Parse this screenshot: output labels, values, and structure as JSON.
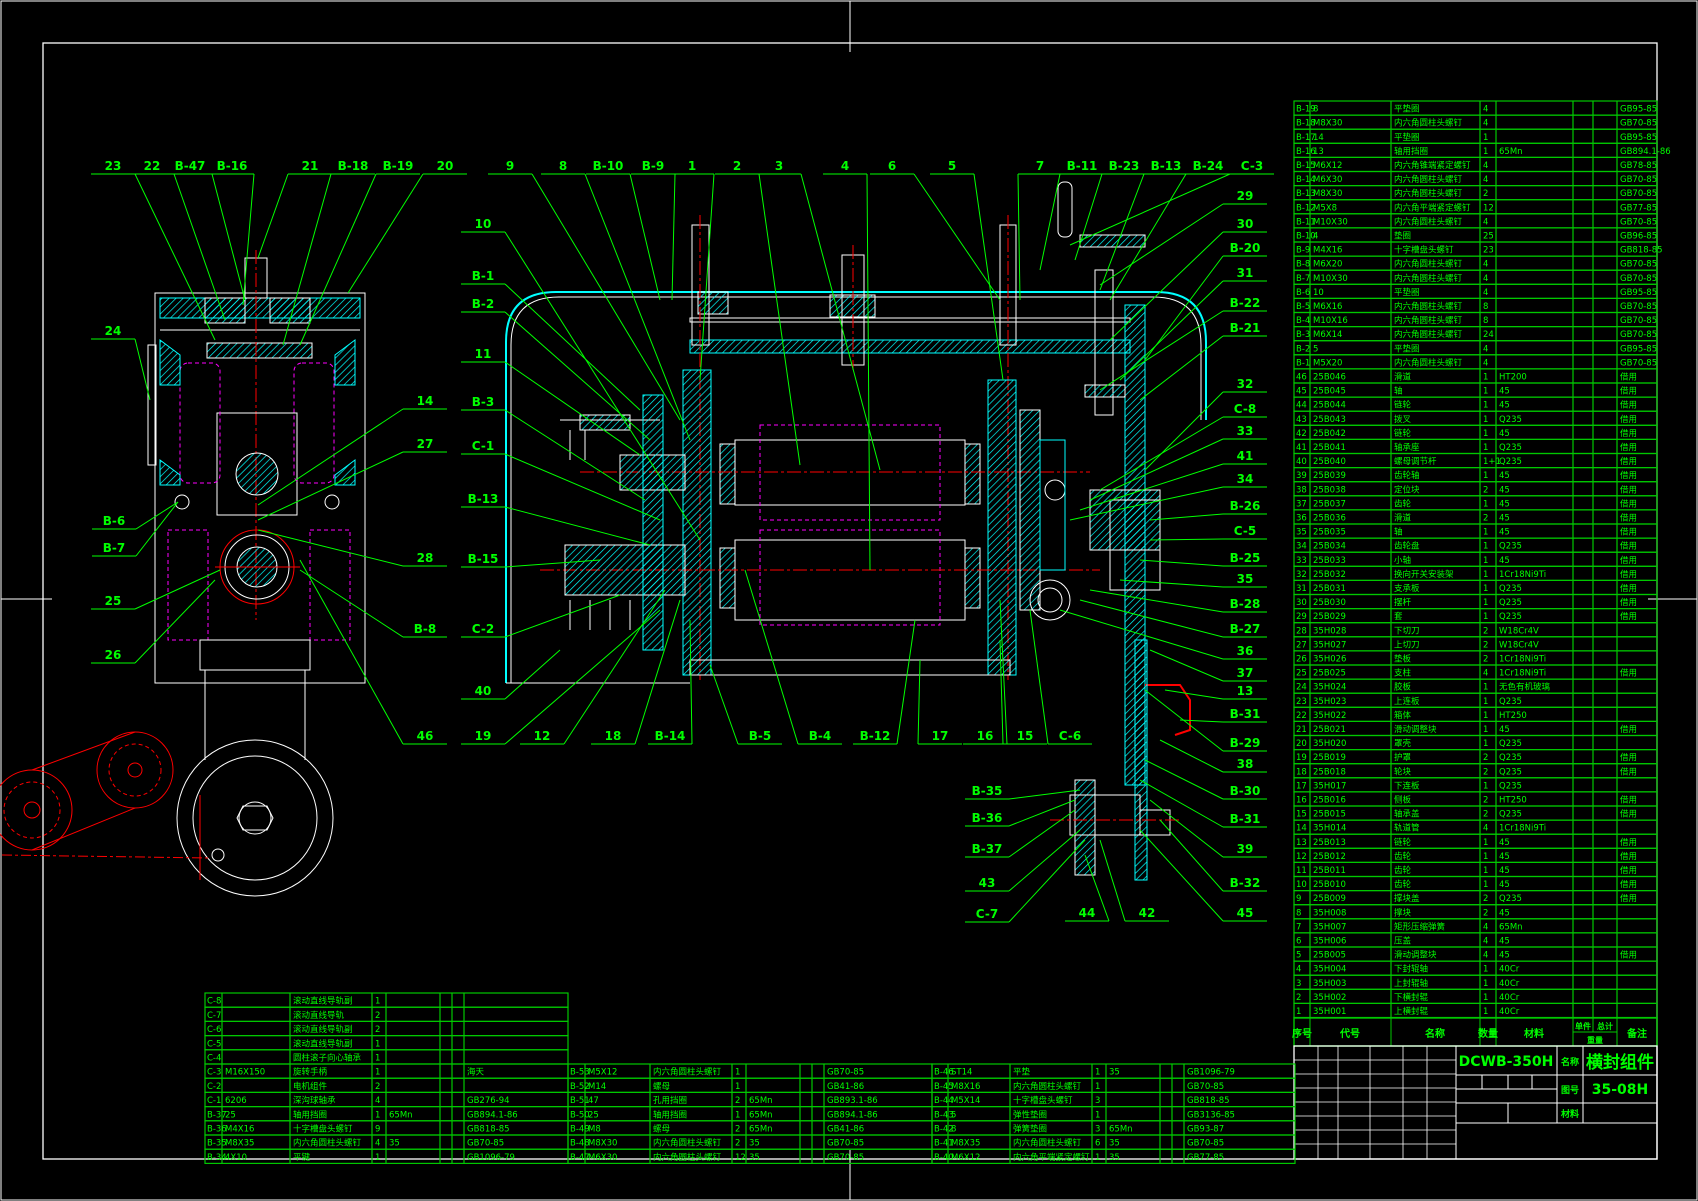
{
  "colors": {
    "background": "#000000",
    "frame": "#ffffff",
    "table": "#00c800",
    "text": "#00ff00",
    "section": "#00ffff",
    "centerline": "#ff0000",
    "hidden": "#ff00ff"
  },
  "title_block": {
    "drawing_code": "DCWB-350H",
    "name_label": "名称",
    "name": "横封组件",
    "number_label": "图号",
    "number": "35-08H",
    "material_label": "材料"
  },
  "parts_header": {
    "no": "序号",
    "code": "代号",
    "name": "名称",
    "qty": "数量",
    "material": "材料",
    "unit": "单件",
    "total": "总计",
    "weight": "重量",
    "remark": "备注"
  },
  "parts_list": [
    [
      "B-19",
      "8",
      "平垫圈",
      "4",
      "",
      "GB95-85"
    ],
    [
      "B-18",
      "M8X30",
      "内六角圆柱头螺钉",
      "4",
      "",
      "GB70-85"
    ],
    [
      "B-17",
      "14",
      "平垫圈",
      "1",
      "",
      "GB95-85"
    ],
    [
      "B-16",
      "13",
      "轴用挡圈",
      "1",
      "65Mn",
      "GB894.1-86"
    ],
    [
      "B-15",
      "M6X12",
      "内六角锥端紧定螺钉",
      "4",
      "",
      "GB78-85"
    ],
    [
      "B-14",
      "M6X30",
      "内六角圆柱头螺钉",
      "4",
      "",
      "GB70-85"
    ],
    [
      "B-13",
      "M8X30",
      "内六角圆柱头螺钉",
      "2",
      "",
      "GB70-85"
    ],
    [
      "B-12",
      "M5X8",
      "内六角平端紧定螺钉",
      "12",
      "",
      "GB77-85"
    ],
    [
      "B-11",
      "M10X30",
      "内六角圆柱头螺钉",
      "4",
      "",
      "GB70-85"
    ],
    [
      "B-10",
      "4",
      "垫圈",
      "25",
      "",
      "GB96-85"
    ],
    [
      "B-9",
      "M4X16",
      "十字槽盘头螺钉",
      "23",
      "",
      "GB818-85"
    ],
    [
      "B-8",
      "M6X20",
      "内六角圆柱头螺钉",
      "4",
      "",
      "GB70-85"
    ],
    [
      "B-7",
      "M10X30",
      "内六角圆柱头螺钉",
      "4",
      "",
      "GB70-85"
    ],
    [
      "B-6",
      "10",
      "平垫圈",
      "4",
      "",
      "GB95-85"
    ],
    [
      "B-5",
      "M6X16",
      "内六角圆柱头螺钉",
      "8",
      "",
      "GB70-85"
    ],
    [
      "B-4",
      "M10X16",
      "内六角圆柱头螺钉",
      "8",
      "",
      "GB70-85"
    ],
    [
      "B-3",
      "M6X14",
      "内六角圆柱头螺钉",
      "24",
      "",
      "GB70-85"
    ],
    [
      "B-2",
      "5",
      "平垫圈",
      "4",
      "",
      "GB95-85"
    ],
    [
      "B-1",
      "M5X20",
      "内六角圆柱头螺钉",
      "4",
      "",
      "GB70-85"
    ],
    [
      "46",
      "25B046",
      "滑道",
      "1",
      "HT200",
      "借用"
    ],
    [
      "45",
      "25B045",
      "轴",
      "1",
      "45",
      "借用"
    ],
    [
      "44",
      "25B044",
      "链轮",
      "1",
      "45",
      "借用"
    ],
    [
      "43",
      "25B043",
      "拨叉",
      "1",
      "Q235",
      "借用"
    ],
    [
      "42",
      "25B042",
      "链轮",
      "1",
      "45",
      "借用"
    ],
    [
      "41",
      "25B041",
      "轴承座",
      "1",
      "Q235",
      "借用"
    ],
    [
      "40",
      "25B040",
      "螺母调节杆",
      "1+1",
      "Q235",
      "借用"
    ],
    [
      "39",
      "25B039",
      "齿轮轴",
      "1",
      "45",
      "借用"
    ],
    [
      "38",
      "25B038",
      "定位块",
      "2",
      "45",
      "借用"
    ],
    [
      "37",
      "25B037",
      "齿轮",
      "1",
      "45",
      "借用"
    ],
    [
      "36",
      "25B036",
      "滑道",
      "2",
      "45",
      "借用"
    ],
    [
      "35",
      "25B035",
      "轴",
      "1",
      "45",
      "借用"
    ],
    [
      "34",
      "25B034",
      "齿轮盘",
      "1",
      "Q235",
      "借用"
    ],
    [
      "33",
      "25B033",
      "小轴",
      "1",
      "45",
      "借用"
    ],
    [
      "32",
      "25B032",
      "换向开关安装架",
      "1",
      "1Cr18Ni9Ti",
      "借用"
    ],
    [
      "31",
      "25B031",
      "支承板",
      "1",
      "Q235",
      "借用"
    ],
    [
      "30",
      "25B030",
      "摆杆",
      "1",
      "Q235",
      "借用"
    ],
    [
      "29",
      "25B029",
      "套",
      "1",
      "Q235",
      "借用"
    ],
    [
      "28",
      "35H028",
      "下切刀",
      "2",
      "W18Cr4V",
      ""
    ],
    [
      "27",
      "35H027",
      "上切刀",
      "2",
      "W18Cr4V",
      ""
    ],
    [
      "26",
      "35H026",
      "垫板",
      "2",
      "1Cr18Ni9Ti",
      ""
    ],
    [
      "25",
      "25B025",
      "支柱",
      "4",
      "1Cr18Ni9Ti",
      "借用"
    ],
    [
      "24",
      "35H024",
      "胶板",
      "1",
      "无色有机玻璃",
      ""
    ],
    [
      "23",
      "35H023",
      "上连板",
      "1",
      "Q235",
      ""
    ],
    [
      "22",
      "35H022",
      "箱体",
      "1",
      "HT250",
      ""
    ],
    [
      "21",
      "25B021",
      "滑动调整块",
      "1",
      "45",
      "借用"
    ],
    [
      "20",
      "35H020",
      "罩壳",
      "1",
      "Q235",
      ""
    ],
    [
      "19",
      "25B019",
      "护罩",
      "2",
      "Q235",
      "借用"
    ],
    [
      "18",
      "25B018",
      "轮块",
      "2",
      "Q235",
      "借用"
    ],
    [
      "17",
      "35H017",
      "下连板",
      "1",
      "Q235",
      ""
    ],
    [
      "16",
      "25B016",
      "侧板",
      "2",
      "HT250",
      "借用"
    ],
    [
      "15",
      "25B015",
      "轴承盖",
      "2",
      "Q235",
      "借用"
    ],
    [
      "14",
      "35H014",
      "轨道管",
      "4",
      "1Cr18Ni9Ti",
      ""
    ],
    [
      "13",
      "25B013",
      "链轮",
      "1",
      "45",
      "借用"
    ],
    [
      "12",
      "25B012",
      "齿轮",
      "1",
      "45",
      "借用"
    ],
    [
      "11",
      "25B011",
      "齿轮",
      "1",
      "45",
      "借用"
    ],
    [
      "10",
      "25B010",
      "齿轮",
      "1",
      "45",
      "借用"
    ],
    [
      "9",
      "25B009",
      "撑块盖",
      "2",
      "Q235",
      "借用"
    ],
    [
      "8",
      "35H008",
      "撑块",
      "2",
      "45",
      ""
    ],
    [
      "7",
      "35H007",
      "矩形压缩弹簧",
      "4",
      "65Mn",
      ""
    ],
    [
      "6",
      "35H006",
      "压盖",
      "4",
      "45",
      ""
    ],
    [
      "5",
      "25B005",
      "滑动调整块",
      "4",
      "45",
      "借用"
    ],
    [
      "4",
      "35H004",
      "下封辊轴",
      "1",
      "40Cr",
      ""
    ],
    [
      "3",
      "35H003",
      "上封辊轴",
      "1",
      "40Cr",
      ""
    ],
    [
      "2",
      "35H002",
      "下横封辊",
      "1",
      "40Cr",
      ""
    ],
    [
      "1",
      "35H001",
      "上横封辊",
      "1",
      "40Cr",
      ""
    ]
  ],
  "bottom_list_left": [
    [
      "C-8",
      "",
      "滚动直线导轨副",
      "1",
      "",
      ""
    ],
    [
      "C-7",
      "",
      "滚动直线导轨",
      "2",
      "",
      ""
    ],
    [
      "C-6",
      "",
      "滚动直线导轨副",
      "2",
      "",
      ""
    ],
    [
      "C-5",
      "",
      "滚动直线导轨副",
      "1",
      "",
      ""
    ],
    [
      "C-4",
      "",
      "圆柱滚子向心轴承",
      "1",
      "",
      ""
    ],
    [
      "C-3",
      "M16X150",
      "旋转手柄",
      "1",
      "",
      "海天"
    ],
    [
      "C-2",
      "",
      "电机组件",
      "2",
      "",
      ""
    ],
    [
      "C-1",
      "6206",
      "深沟球轴承",
      "4",
      "",
      "GB276-94"
    ],
    [
      "B-37",
      "25",
      "轴用挡圈",
      "1",
      "65Mn",
      "GB894.1-86"
    ],
    [
      "B-36",
      "M4X16",
      "十字槽盘头螺钉",
      "9",
      "",
      "GB818-85"
    ],
    [
      "B-35",
      "M8X35",
      "内六角圆柱头螺钉",
      "4",
      "35",
      "GB70-85"
    ],
    [
      "B-34",
      "4X10",
      "平键",
      "1",
      "",
      "GB1096-79"
    ]
  ],
  "bottom_list_middle": [
    [
      "B-53",
      "M5X12",
      "内六角圆柱头螺钉",
      "1",
      "",
      "GB70-85"
    ],
    [
      "B-52",
      "M14",
      "螺母",
      "1",
      "",
      "GB41-86"
    ],
    [
      "B-51",
      "47",
      "孔用挡圈",
      "2",
      "65Mn",
      "GB893.1-86"
    ],
    [
      "B-50",
      "25",
      "轴用挡圈",
      "1",
      "65Mn",
      "GB894.1-86"
    ],
    [
      "B-49",
      "M8",
      "螺母",
      "2",
      "65Mn",
      "GB41-86"
    ],
    [
      "B-48",
      "M8X30",
      "内六角圆柱头螺钉",
      "2",
      "35",
      "GB70-85"
    ],
    [
      "B-47",
      "M6X30",
      "内六角圆柱头螺钉",
      "12",
      "35",
      "GB70-85"
    ]
  ],
  "bottom_list_right": [
    [
      "B-46",
      "ST14",
      "平垫",
      "1",
      "35",
      "GB1096-79"
    ],
    [
      "B-45",
      "M8X16",
      "内六角圆柱头螺钉",
      "1",
      "",
      "GB70-85"
    ],
    [
      "B-44",
      "M5X14",
      "十字槽盘头螺钉",
      "3",
      "",
      "GB818-85"
    ],
    [
      "B-43",
      "5",
      "弹性垫圈",
      "1",
      "",
      "GB3136-85"
    ],
    [
      "B-42",
      "8",
      "弹簧垫圈",
      "3",
      "65Mn",
      "GB93-87"
    ],
    [
      "B-41",
      "M8X35",
      "内六角圆柱头螺钉",
      "6",
      "35",
      "GB70-85"
    ],
    [
      "B-40",
      "M6X12",
      "内六角平端紧定螺钉",
      "1",
      "35",
      "GB77-85"
    ]
  ],
  "callouts": [
    "23",
    "22",
    "B-47",
    "B-16",
    "21",
    "B-18",
    "B-19",
    "20",
    "24",
    "B-6",
    "B-7",
    "14",
    "27",
    "28",
    "25",
    "26",
    "B-8",
    "46",
    "9",
    "8",
    "B-10",
    "B-9",
    "1",
    "2",
    "3",
    "4",
    "6",
    "5",
    "7",
    "B-11",
    "B-23",
    "B-13",
    "B-24",
    "C-3",
    "10",
    "B-1",
    "B-2",
    "11",
    "B-3",
    "C-1",
    "B-13",
    "B-15",
    "C-2",
    "40",
    "19",
    "12",
    "18",
    "B-14",
    "B-5",
    "B-4",
    "B-12",
    "17",
    "16",
    "15",
    "C-6",
    "29",
    "30",
    "B-20",
    "31",
    "B-22",
    "B-21",
    "32",
    "C-8",
    "33",
    "41",
    "34",
    "B-26",
    "C-5",
    "B-25",
    "35",
    "B-28",
    "B-27",
    "36",
    "37",
    "13",
    "B-31",
    "B-29",
    "38",
    "B-30",
    "B-31",
    "39",
    "B-32",
    "45",
    "B-35",
    "B-36",
    "B-37",
    "43",
    "C-7",
    "44",
    "42"
  ]
}
